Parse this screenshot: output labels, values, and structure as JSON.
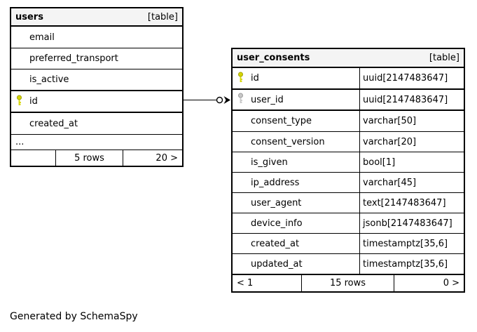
{
  "page": {
    "generated_by": "Generated by SchemaSpy"
  },
  "colors": {
    "background": "#ffffff",
    "border": "#000000",
    "table_header_bg": "#f4f4f4",
    "primary_key_icon": "#d6d600",
    "foreign_key_icon": "#c8c8c8"
  },
  "tables": {
    "users": {
      "title": "users",
      "type_badge": "[table]",
      "columns": [
        {
          "name": "email"
        },
        {
          "name": "preferred_transport"
        },
        {
          "name": "is_active"
        },
        {
          "name": "id",
          "key": "primary"
        },
        {
          "name": "created_at"
        }
      ],
      "ellipsis": "...",
      "footer": {
        "left": "",
        "center": "5 rows",
        "right": "20 >"
      }
    },
    "user_consents": {
      "title": "user_consents",
      "type_badge": "[table]",
      "columns": [
        {
          "name": "id",
          "type": "uuid[2147483647]",
          "key": "primary"
        },
        {
          "name": "user_id",
          "type": "uuid[2147483647]",
          "key": "foreign"
        },
        {
          "name": "consent_type",
          "type": "varchar[50]"
        },
        {
          "name": "consent_version",
          "type": "varchar[20]"
        },
        {
          "name": "is_given",
          "type": "bool[1]"
        },
        {
          "name": "ip_address",
          "type": "varchar[45]"
        },
        {
          "name": "user_agent",
          "type": "text[2147483647]"
        },
        {
          "name": "device_info",
          "type": "jsonb[2147483647]"
        },
        {
          "name": "created_at",
          "type": "timestamptz[35,6]"
        },
        {
          "name": "updated_at",
          "type": "timestamptz[35,6]"
        }
      ],
      "footer": {
        "left": "< 1",
        "center": "15 rows",
        "right": "0 >"
      }
    }
  },
  "relationship": {
    "from_table": "users",
    "from_column": "id",
    "to_table": "user_consents",
    "to_column": "user_id",
    "style": "zero-or-one-to-many"
  }
}
